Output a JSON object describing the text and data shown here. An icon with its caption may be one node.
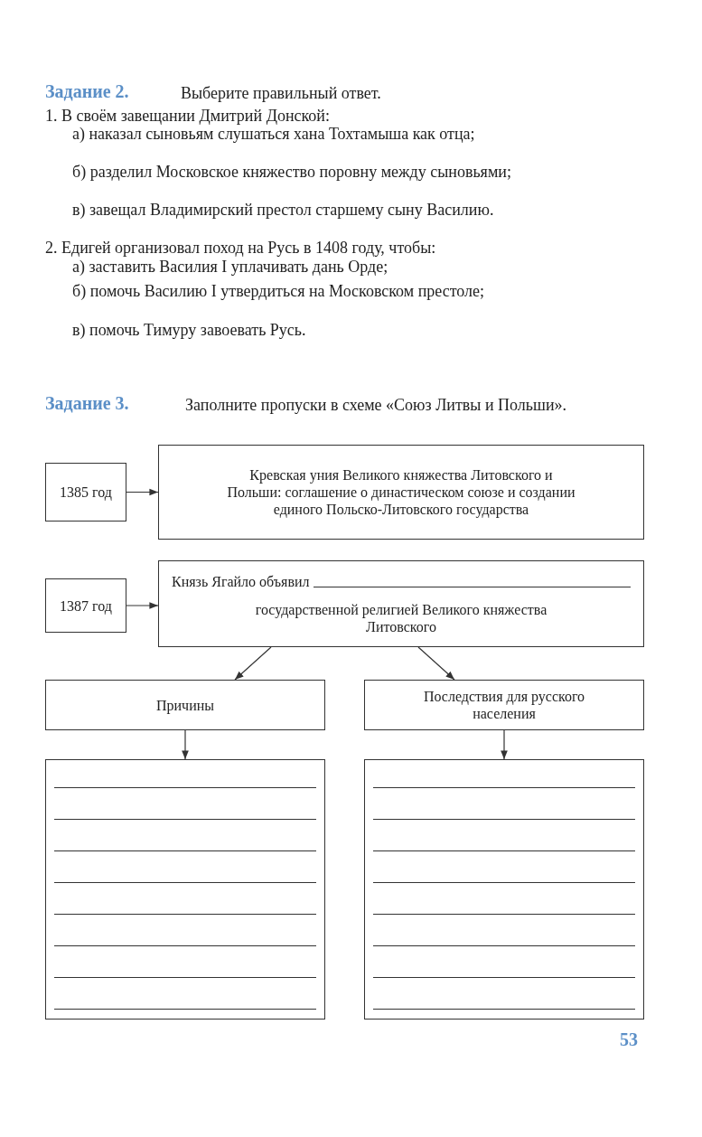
{
  "diagram": {
    "nodes": [
      {
        "text": [
          "1385 год"
        ]
      },
      {
        "text": [
          "Кревская уния Великого княжества Литовского и Польши: соглашение о династическом союзе и создании единого Польско-Литовского государства"
        ]
      },
      {
        "text": [
          "1387 год"
        ]
      },
      {
        "text": [
          "Князь Ягайло объявил",
          "государственной религией Великого княжества Литовского"
        ]
      },
      {
        "text": [
          "Причины"
        ]
      },
      {
        "text": [
          "Последствия для русского населения"
        ]
      },
      {
        "text": [],
        "shape": "box"
      },
      {
        "text": [],
        "shape": "box"
      }
    ],
    "edges": [
      {
        "from": 0,
        "to": 1,
        "arrow": "to"
      },
      {
        "from": 2,
        "to": 3,
        "arrow": "to"
      },
      {
        "from": 3,
        "to": 4,
        "arrow": "to"
      },
      {
        "from": 3,
        "to": 5,
        "arrow": "to"
      },
      {
        "from": 4,
        "to": 6,
        "arrow": "to"
      },
      {
        "from": 5,
        "to": 7,
        "arrow": "to"
      }
    ],
    "labels": [
      "Задание 2.",
      "Выберите правильный ответ.",
      "1. В своём завещании Дмитрий Донской:",
      "а) наказал сыновьям слушаться хана Тохтамыша как отца;",
      "б) разделил Московское княжество поровну между сыновьями;",
      "в) завещал Владимирский престол старшему сыну Василию.",
      "2. Едигей организовал поход на Русь в 1408 году, чтобы:",
      "а) заставить Василия I уплачивать дань Орде;",
      "б) помочь Василию I утвердиться на Московском престоле;",
      "в) помочь Тимуру завоевать Русь.",
      "Задание 3.",
      "Заполните пропуски в схеме «Союз Литвы и Польши».",
      "53"
    ]
  }
}
